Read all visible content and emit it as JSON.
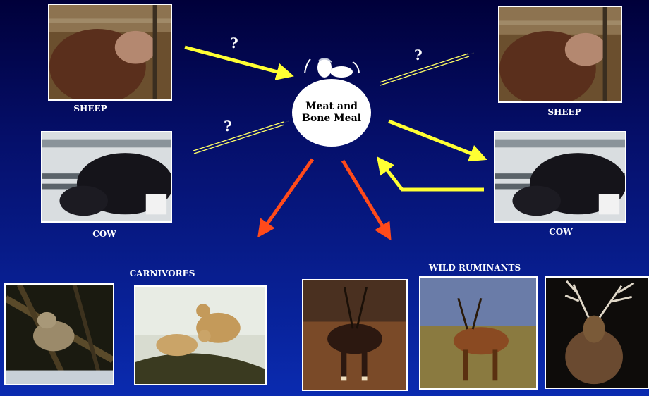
{
  "center_node": {
    "line1": "Meat and",
    "line2": "Bone Meal"
  },
  "labels": {
    "sheep_left": "SHEEP",
    "sheep_right": "SHEEP",
    "cow_left": "COW",
    "cow_right": "COW",
    "carnivores": "CARNIVORES",
    "wild_ruminants": "WILD RUMINANTS"
  },
  "question_marks": [
    "?",
    "?",
    "?"
  ],
  "colors": {
    "solid_arrow": "#ffff33",
    "hollow_arrow": "#ffff66",
    "red_arrow": "#ff4a1a",
    "node_fill": "#ffffff",
    "label_text": "#ffffff"
  }
}
